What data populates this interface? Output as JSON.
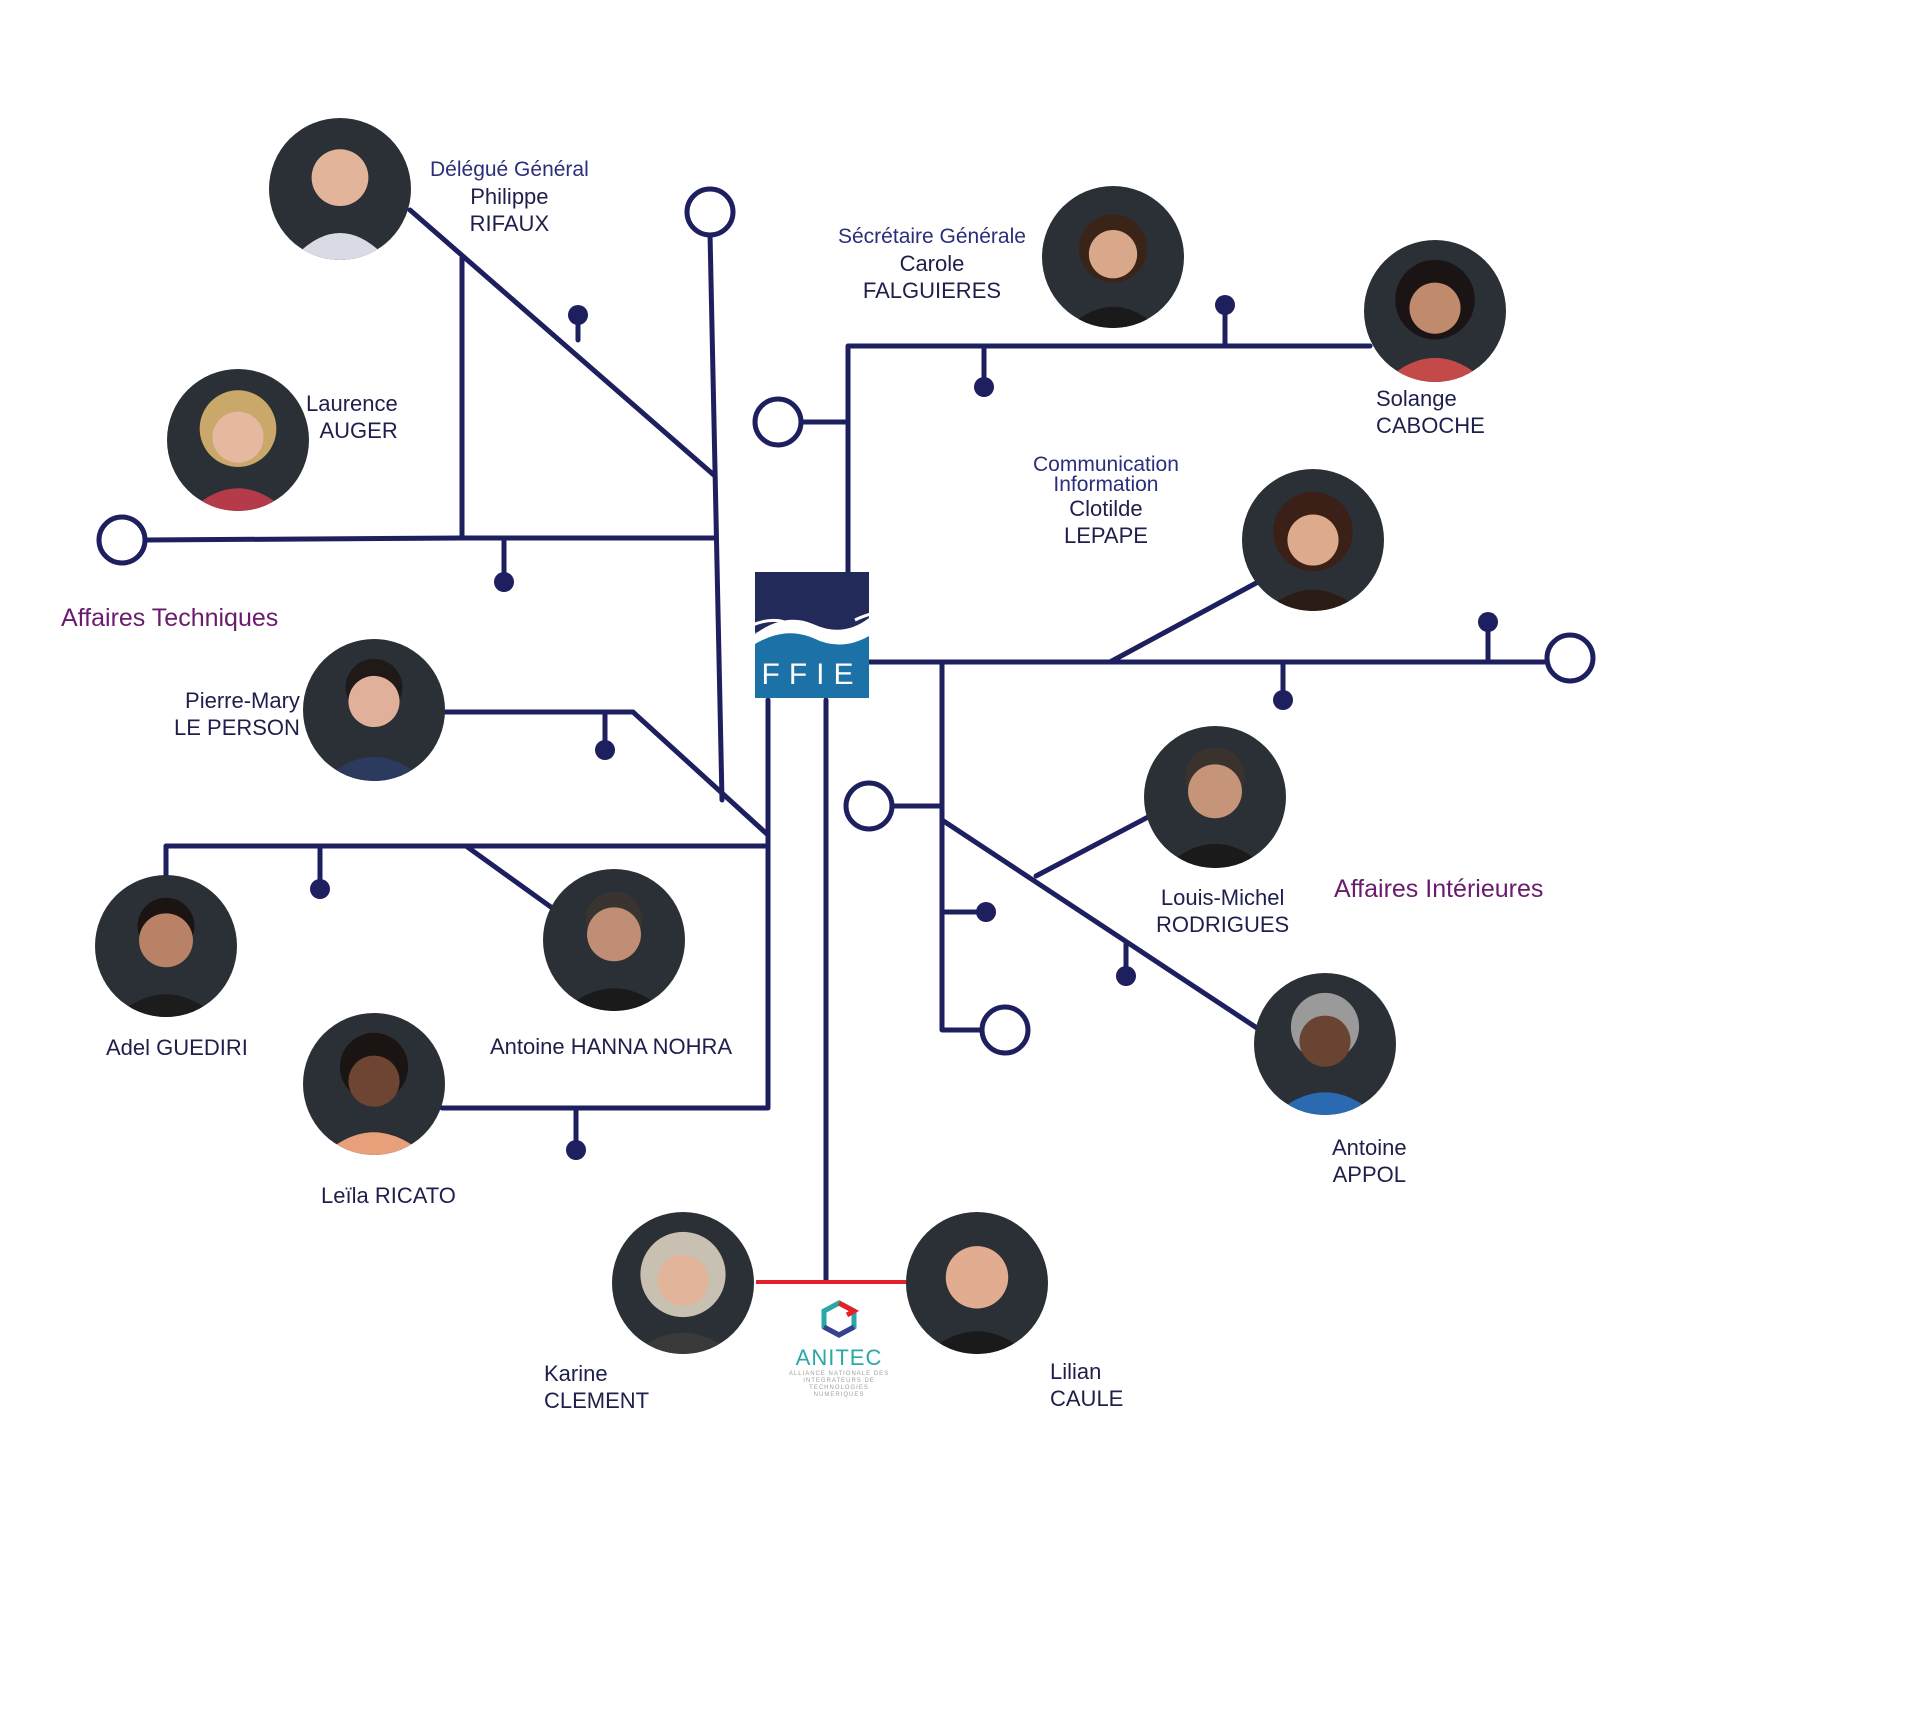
{
  "logo": {
    "ffie_text": "FFIE",
    "anitec_word": "ANITEC",
    "anitec_tagline": "ALLIANCE NATIONALE DES INTEGRATEURS DE TECHNOLOGIES NUMERIQUES"
  },
  "departments": {
    "techniques": "Affaires Techniques",
    "interieures": "Affaires Intérieures"
  },
  "people": {
    "rifaux": {
      "role": "Délégué Général",
      "first": "Philippe",
      "last": "RIFAUX"
    },
    "falguieres": {
      "role": "Sécrétaire Générale",
      "first": "Carole",
      "last": "FALGUIERES"
    },
    "caboche": {
      "first": "Solange",
      "last": "CABOCHE"
    },
    "auger": {
      "first": "Laurence",
      "last": "AUGER"
    },
    "lepape": {
      "role_line1": "Communication",
      "role_line2": "Information",
      "first": "Clotilde",
      "last": "LEPAPE"
    },
    "leperson": {
      "first": "Pierre-Mary",
      "last": "LE PERSON"
    },
    "rodrigues": {
      "first": "Louis-Michel",
      "last": "RODRIGUES"
    },
    "guediri": {
      "full": "Adel GUEDIRI"
    },
    "hanna": {
      "full": "Antoine HANNA NOHRA"
    },
    "appol": {
      "first": "Antoine",
      "last": "APPOL"
    },
    "ricato": {
      "full": "Leïla RICATO"
    },
    "clement": {
      "first": "Karine",
      "last": "CLEMENT"
    },
    "caule": {
      "first": "Lilian",
      "last": "CAULE"
    }
  },
  "colors": {
    "line": "#1e1f5e",
    "accent_line": "#e4212b",
    "department_text": "#6a1b6e",
    "ffie_top": "#222a5a",
    "ffie_bottom": "#1c72a7",
    "anitec": "#2aa7a8"
  },
  "icons": [
    "ffie-logo",
    "anitec-logo",
    "portrait-photo",
    "open-circle-node",
    "dot-node"
  ]
}
